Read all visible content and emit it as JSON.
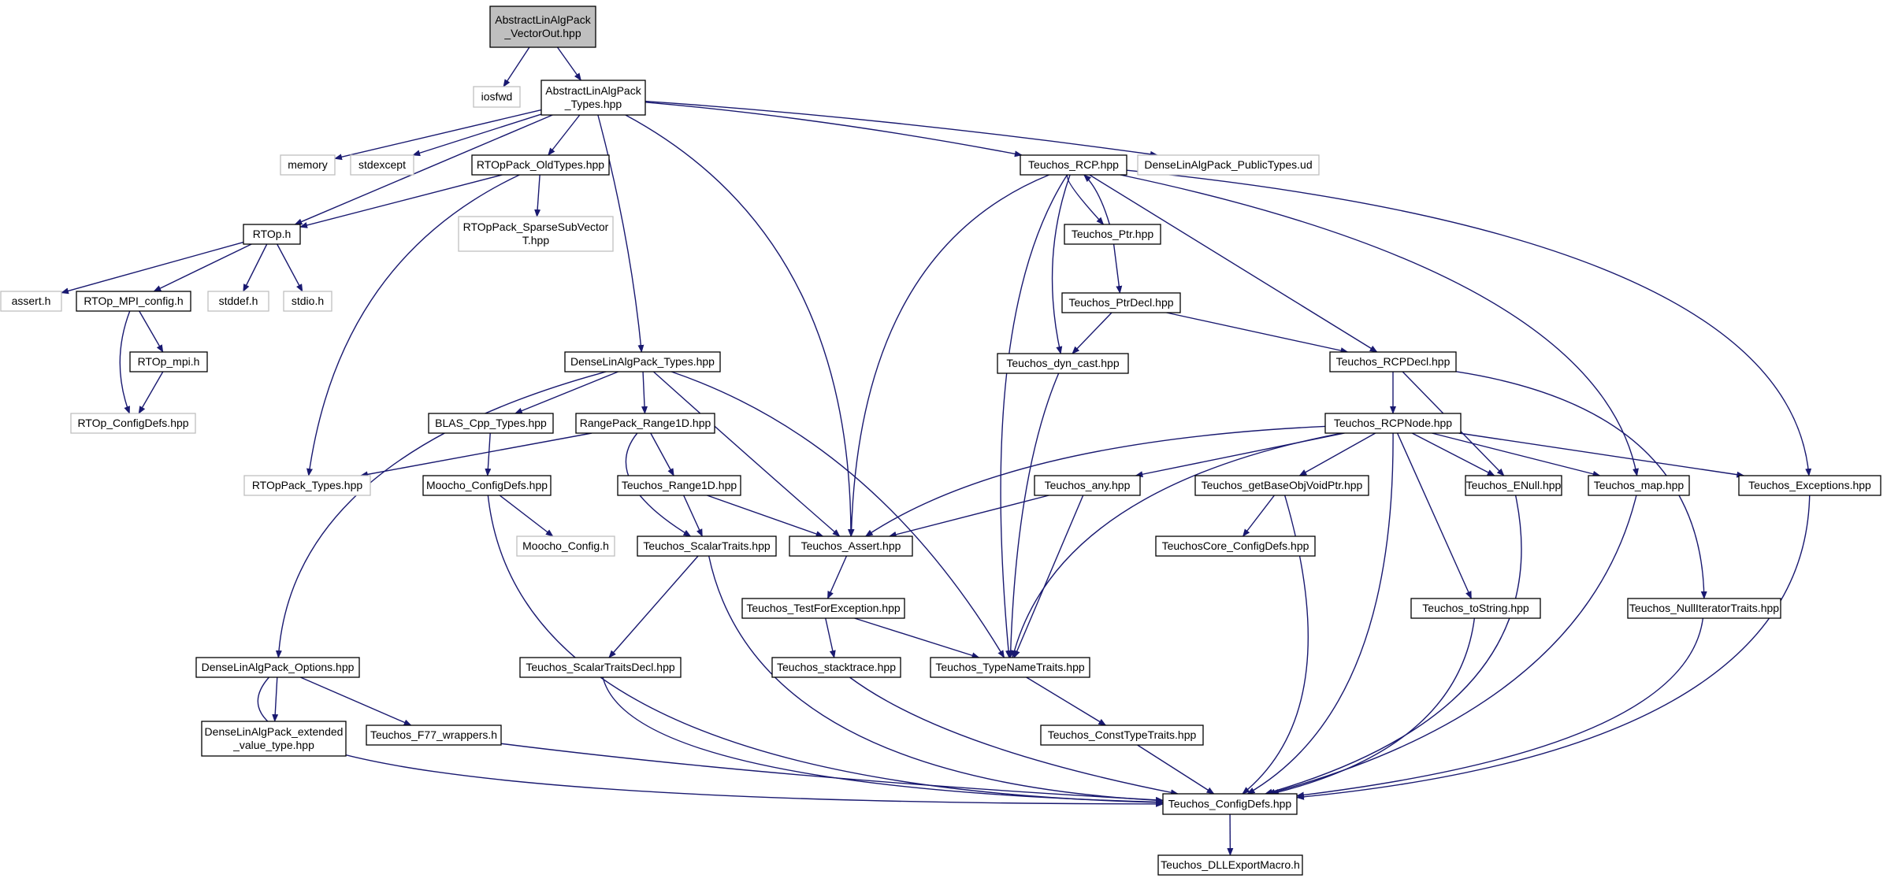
{
  "colors": {
    "edge": "#191970",
    "node_border": "#000000",
    "external_border": "#bfbfbf",
    "root_fill": "#bfbfbf",
    "node_fill": "#ffffff",
    "text": "#000000"
  },
  "nodes": [
    {
      "id": "root",
      "kind": "root",
      "lines": [
        "AbstractLinAlgPack",
        "_VectorOut.hpp"
      ]
    },
    {
      "id": "iosfwd",
      "kind": "external",
      "lines": [
        "iosfwd"
      ]
    },
    {
      "id": "alap_types",
      "kind": "header",
      "lines": [
        "AbstractLinAlgPack",
        "_Types.hpp"
      ]
    },
    {
      "id": "memory",
      "kind": "external",
      "lines": [
        "memory"
      ]
    },
    {
      "id": "stdexcept",
      "kind": "external",
      "lines": [
        "stdexcept"
      ]
    },
    {
      "id": "rtoppack_oldtypes",
      "kind": "header",
      "lines": [
        "RTOpPack_OldTypes.hpp"
      ]
    },
    {
      "id": "teuchos_rcp",
      "kind": "header",
      "lines": [
        "Teuchos_RCP.hpp"
      ]
    },
    {
      "id": "dlap_publictypes",
      "kind": "external",
      "lines": [
        "DenseLinAlgPack_PublicTypes.ud"
      ]
    },
    {
      "id": "rtop_h",
      "kind": "header",
      "lines": [
        "RTOp.h"
      ]
    },
    {
      "id": "rtoppack_sparse",
      "kind": "external",
      "lines": [
        "RTOpPack_SparseSubVector",
        "T.hpp"
      ]
    },
    {
      "id": "teuchos_ptr",
      "kind": "header",
      "lines": [
        "Teuchos_Ptr.hpp"
      ]
    },
    {
      "id": "assert_h",
      "kind": "external",
      "lines": [
        "assert.h"
      ]
    },
    {
      "id": "rtop_mpi_config",
      "kind": "header",
      "lines": [
        "RTOp_MPI_config.h"
      ]
    },
    {
      "id": "stddef_h",
      "kind": "external",
      "lines": [
        "stddef.h"
      ]
    },
    {
      "id": "stdio_h",
      "kind": "external",
      "lines": [
        "stdio.h"
      ]
    },
    {
      "id": "teuchos_ptrdecl",
      "kind": "header",
      "lines": [
        "Teuchos_PtrDecl.hpp"
      ]
    },
    {
      "id": "rtop_mpi_h",
      "kind": "header",
      "lines": [
        "RTOp_mpi.h"
      ]
    },
    {
      "id": "dlap_types",
      "kind": "header",
      "lines": [
        "DenseLinAlgPack_Types.hpp"
      ]
    },
    {
      "id": "teuchos_dyn_cast",
      "kind": "header",
      "lines": [
        "Teuchos_dyn_cast.hpp"
      ]
    },
    {
      "id": "teuchos_rcpdecl",
      "kind": "header",
      "lines": [
        "Teuchos_RCPDecl.hpp"
      ]
    },
    {
      "id": "rtop_configdefs",
      "kind": "external",
      "lines": [
        "RTOp_ConfigDefs.hpp"
      ]
    },
    {
      "id": "blas_cpp_types",
      "kind": "header",
      "lines": [
        "BLAS_Cpp_Types.hpp"
      ]
    },
    {
      "id": "rangepack",
      "kind": "header",
      "lines": [
        "RangePack_Range1D.hpp"
      ]
    },
    {
      "id": "teuchos_rcpnode",
      "kind": "header",
      "lines": [
        "Teuchos_RCPNode.hpp"
      ]
    },
    {
      "id": "rtoppack_types",
      "kind": "external",
      "lines": [
        "RTOpPack_Types.hpp"
      ]
    },
    {
      "id": "moocho_configdefs",
      "kind": "header",
      "lines": [
        "Moocho_ConfigDefs.hpp"
      ]
    },
    {
      "id": "teuchos_range1d",
      "kind": "header",
      "lines": [
        "Teuchos_Range1D.hpp"
      ]
    },
    {
      "id": "teuchos_any",
      "kind": "header",
      "lines": [
        "Teuchos_any.hpp"
      ]
    },
    {
      "id": "teuchos_getbase",
      "kind": "header",
      "lines": [
        "Teuchos_getBaseObjVoidPtr.hpp"
      ]
    },
    {
      "id": "teuchos_enull",
      "kind": "header",
      "lines": [
        "Teuchos_ENull.hpp"
      ]
    },
    {
      "id": "teuchos_map",
      "kind": "header",
      "lines": [
        "Teuchos_map.hpp"
      ]
    },
    {
      "id": "teuchos_exceptions",
      "kind": "header",
      "lines": [
        "Teuchos_Exceptions.hpp"
      ]
    },
    {
      "id": "moocho_config",
      "kind": "external",
      "lines": [
        "Moocho_Config.h"
      ]
    },
    {
      "id": "teuchos_scalartraits",
      "kind": "header",
      "lines": [
        "Teuchos_ScalarTraits.hpp"
      ]
    },
    {
      "id": "teuchos_assert",
      "kind": "header",
      "lines": [
        "Teuchos_Assert.hpp"
      ]
    },
    {
      "id": "teuchoscore_configdefs",
      "kind": "header",
      "lines": [
        "TeuchosCore_ConfigDefs.hpp"
      ]
    },
    {
      "id": "teuchos_testforexception",
      "kind": "header",
      "lines": [
        "Teuchos_TestForException.hpp"
      ]
    },
    {
      "id": "teuchos_tostring",
      "kind": "header",
      "lines": [
        "Teuchos_toString.hpp"
      ]
    },
    {
      "id": "teuchos_nulliter",
      "kind": "header",
      "lines": [
        "Teuchos_NullIteratorTraits.hpp"
      ]
    },
    {
      "id": "dlap_options",
      "kind": "header",
      "lines": [
        "DenseLinAlgPack_Options.hpp"
      ]
    },
    {
      "id": "teuchos_scalartraitsdecl",
      "kind": "header",
      "lines": [
        "Teuchos_ScalarTraitsDecl.hpp"
      ]
    },
    {
      "id": "teuchos_stacktrace",
      "kind": "header",
      "lines": [
        "Teuchos_stacktrace.hpp"
      ]
    },
    {
      "id": "teuchos_typenametraits",
      "kind": "header",
      "lines": [
        "Teuchos_TypeNameTraits.hpp"
      ]
    },
    {
      "id": "dlap_extended",
      "kind": "header",
      "lines": [
        "DenseLinAlgPack_extended",
        "_value_type.hpp"
      ]
    },
    {
      "id": "teuchos_f77",
      "kind": "header",
      "lines": [
        "Teuchos_F77_wrappers.h"
      ]
    },
    {
      "id": "teuchos_consttypetraits",
      "kind": "header",
      "lines": [
        "Teuchos_ConstTypeTraits.hpp"
      ]
    },
    {
      "id": "teuchos_configdefs",
      "kind": "header",
      "lines": [
        "Teuchos_ConfigDefs.hpp"
      ]
    },
    {
      "id": "teuchos_dllexport",
      "kind": "header",
      "lines": [
        "Teuchos_DLLExportMacro.h"
      ]
    }
  ],
  "edges": [
    [
      "root",
      "iosfwd"
    ],
    [
      "root",
      "alap_types"
    ],
    [
      "alap_types",
      "memory"
    ],
    [
      "alap_types",
      "stdexcept"
    ],
    [
      "alap_types",
      "rtop_h"
    ],
    [
      "alap_types",
      "rtoppack_oldtypes"
    ],
    [
      "alap_types",
      "dlap_types"
    ],
    [
      "alap_types",
      "teuchos_assert"
    ],
    [
      "alap_types",
      "teuchos_rcp"
    ],
    [
      "alap_types",
      "dlap_publictypes"
    ],
    [
      "rtoppack_oldtypes",
      "rtop_h"
    ],
    [
      "rtoppack_oldtypes",
      "rtoppack_sparse"
    ],
    [
      "rtoppack_oldtypes",
      "rtoppack_types"
    ],
    [
      "rtop_h",
      "assert_h"
    ],
    [
      "rtop_h",
      "rtop_mpi_config"
    ],
    [
      "rtop_h",
      "stddef_h"
    ],
    [
      "rtop_h",
      "stdio_h"
    ],
    [
      "rtop_mpi_config",
      "rtop_mpi_h"
    ],
    [
      "rtop_mpi_config",
      "rtop_configdefs"
    ],
    [
      "rtop_mpi_h",
      "rtop_configdefs"
    ],
    [
      "teuchos_rcp",
      "teuchos_ptr"
    ],
    [
      "teuchos_ptr",
      "teuchos_rcp"
    ],
    [
      "teuchos_rcp",
      "teuchos_dyn_cast"
    ],
    [
      "teuchos_rcp",
      "teuchos_rcpdecl"
    ],
    [
      "teuchos_rcp",
      "teuchos_assert"
    ],
    [
      "teuchos_rcp",
      "teuchos_typenametraits"
    ],
    [
      "teuchos_rcp",
      "teuchos_map"
    ],
    [
      "teuchos_rcp",
      "teuchos_exceptions"
    ],
    [
      "teuchos_ptr",
      "teuchos_ptrdecl"
    ],
    [
      "teuchos_ptrdecl",
      "teuchos_dyn_cast"
    ],
    [
      "teuchos_ptrdecl",
      "teuchos_rcpdecl"
    ],
    [
      "teuchos_dyn_cast",
      "teuchos_typenametraits"
    ],
    [
      "teuchos_rcpdecl",
      "teuchos_rcpnode"
    ],
    [
      "teuchos_rcpdecl",
      "teuchos_enull"
    ],
    [
      "teuchos_rcpdecl",
      "teuchos_nulliter"
    ],
    [
      "teuchos_rcpnode",
      "teuchos_assert"
    ],
    [
      "teuchos_rcpnode",
      "teuchos_any"
    ],
    [
      "teuchos_rcpnode",
      "teuchos_getbase"
    ],
    [
      "teuchos_rcpnode",
      "teuchos_enull"
    ],
    [
      "teuchos_rcpnode",
      "teuchos_map"
    ],
    [
      "teuchos_rcpnode",
      "teuchos_exceptions"
    ],
    [
      "teuchos_rcpnode",
      "teuchos_tostring"
    ],
    [
      "teuchos_rcpnode",
      "teuchos_typenametraits"
    ],
    [
      "teuchos_rcpnode",
      "teuchos_configdefs"
    ],
    [
      "dlap_types",
      "blas_cpp_types"
    ],
    [
      "dlap_types",
      "rangepack"
    ],
    [
      "dlap_types",
      "teuchos_assert"
    ],
    [
      "dlap_types",
      "teuchos_typenametraits"
    ],
    [
      "dlap_types",
      "dlap_options"
    ],
    [
      "blas_cpp_types",
      "moocho_configdefs"
    ],
    [
      "rangepack",
      "rtoppack_types"
    ],
    [
      "rangepack",
      "teuchos_range1d"
    ],
    [
      "rangepack",
      "teuchos_scalartraits"
    ],
    [
      "moocho_configdefs",
      "moocho_config"
    ],
    [
      "moocho_configdefs",
      "teuchos_configdefs"
    ],
    [
      "teuchos_range1d",
      "teuchos_scalartraits"
    ],
    [
      "teuchos_range1d",
      "teuchos_assert"
    ],
    [
      "teuchos_any",
      "teuchos_assert"
    ],
    [
      "teuchos_any",
      "teuchos_typenametraits"
    ],
    [
      "teuchos_getbase",
      "teuchoscore_configdefs"
    ],
    [
      "teuchos_getbase",
      "teuchos_configdefs"
    ],
    [
      "teuchos_enull",
      "teuchos_configdefs"
    ],
    [
      "teuchos_map",
      "teuchos_configdefs"
    ],
    [
      "teuchos_exceptions",
      "teuchos_configdefs"
    ],
    [
      "teuchos_scalartraits",
      "teuchos_scalartraitsdecl"
    ],
    [
      "teuchos_scalartraits",
      "teuchos_configdefs"
    ],
    [
      "teuchos_assert",
      "teuchos_testforexception"
    ],
    [
      "teuchos_testforexception",
      "teuchos_stacktrace"
    ],
    [
      "teuchos_testforexception",
      "teuchos_typenametraits"
    ],
    [
      "teuchos_tostring",
      "teuchos_configdefs"
    ],
    [
      "teuchos_nulliter",
      "teuchos_configdefs"
    ],
    [
      "dlap_options",
      "dlap_extended"
    ],
    [
      "dlap_options",
      "teuchos_f77"
    ],
    [
      "dlap_options",
      "teuchos_configdefs"
    ],
    [
      "teuchos_scalartraitsdecl",
      "teuchos_configdefs"
    ],
    [
      "teuchos_stacktrace",
      "teuchos_configdefs"
    ],
    [
      "teuchos_typenametraits",
      "teuchos_consttypetraits"
    ],
    [
      "teuchos_f77",
      "teuchos_configdefs"
    ],
    [
      "teuchos_consttypetraits",
      "teuchos_configdefs"
    ],
    [
      "teuchos_configdefs",
      "teuchos_dllexport"
    ]
  ]
}
